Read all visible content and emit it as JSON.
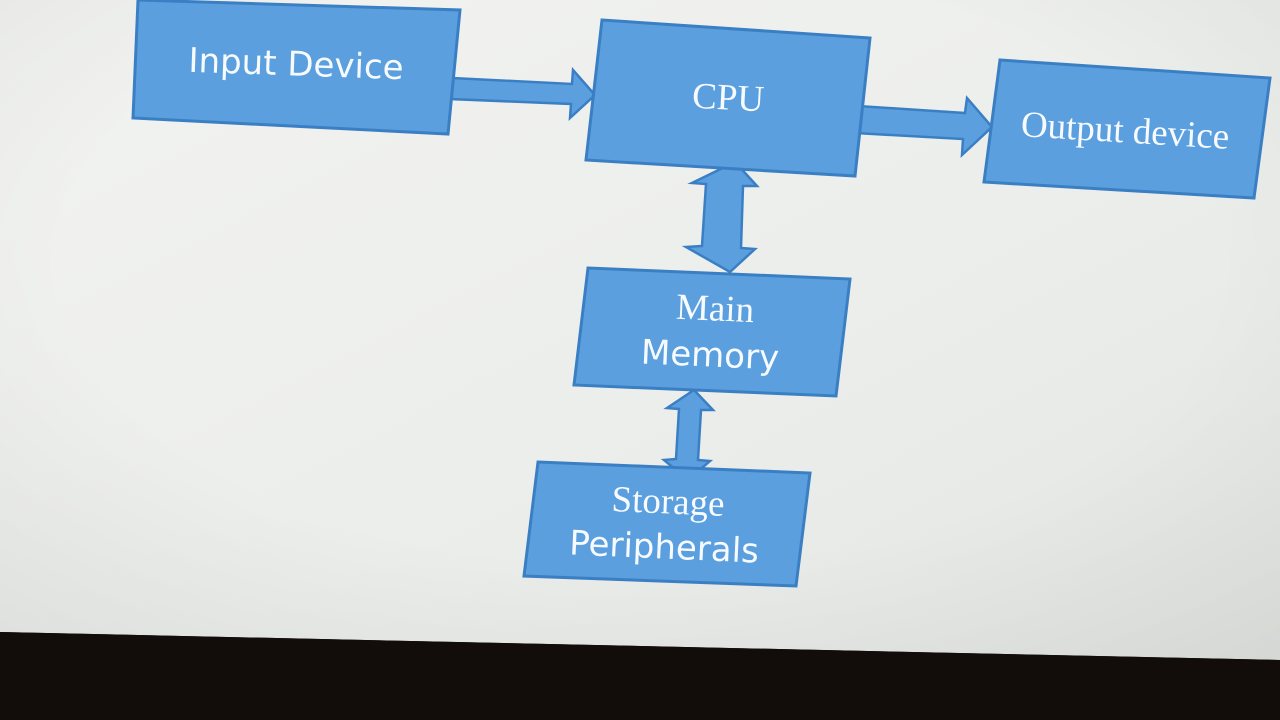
{
  "diagram": {
    "nodes": {
      "input": {
        "label": "Input Device"
      },
      "cpu": {
        "label": "CPU"
      },
      "output": {
        "label": "Output device"
      },
      "memory": {
        "line1": "Main",
        "line2": "Memory"
      },
      "storage": {
        "line1": "Storage",
        "line2": "Peripherals"
      }
    },
    "colors": {
      "box_fill": "#5b9fde",
      "box_stroke": "#3a7fc4",
      "label": "#f7fbff",
      "background": "#eef0ee",
      "bezel": "#120c0b"
    }
  }
}
